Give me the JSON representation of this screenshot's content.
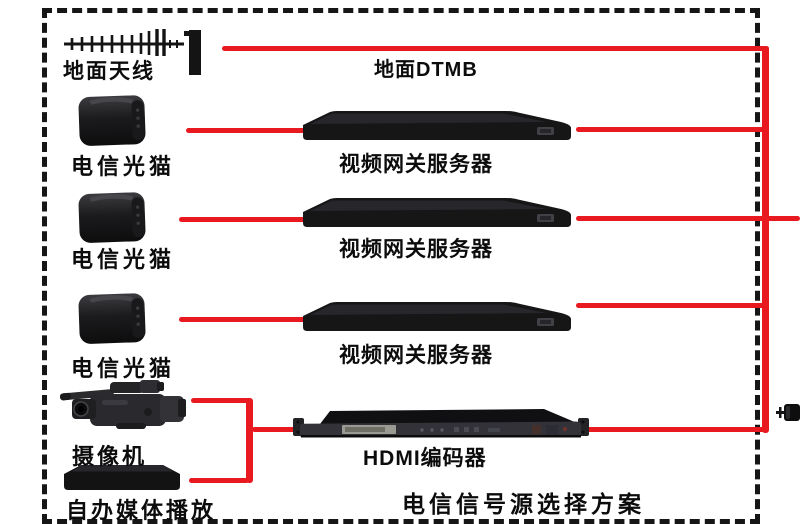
{
  "diagram": {
    "title": "电信信号源选择方案",
    "antenna": {
      "label": "地面天线"
    },
    "top_link_label": "地面DTMB",
    "modems": [
      {
        "label": "电信光猫"
      },
      {
        "label": "电信光猫"
      },
      {
        "label": "电信光猫"
      }
    ],
    "servers": [
      {
        "label": "视频网关服务器"
      },
      {
        "label": "视频网关服务器"
      },
      {
        "label": "视频网关服务器"
      }
    ],
    "camera": {
      "label": "摄像机"
    },
    "media_player": {
      "label": "自办媒体播放"
    },
    "encoder": {
      "label": "HDMI编码器"
    },
    "colors": {
      "connector_red": "#e8191f",
      "device_black": "#161617",
      "border_black": "#161616",
      "text_black": "#0c0c0c"
    }
  }
}
